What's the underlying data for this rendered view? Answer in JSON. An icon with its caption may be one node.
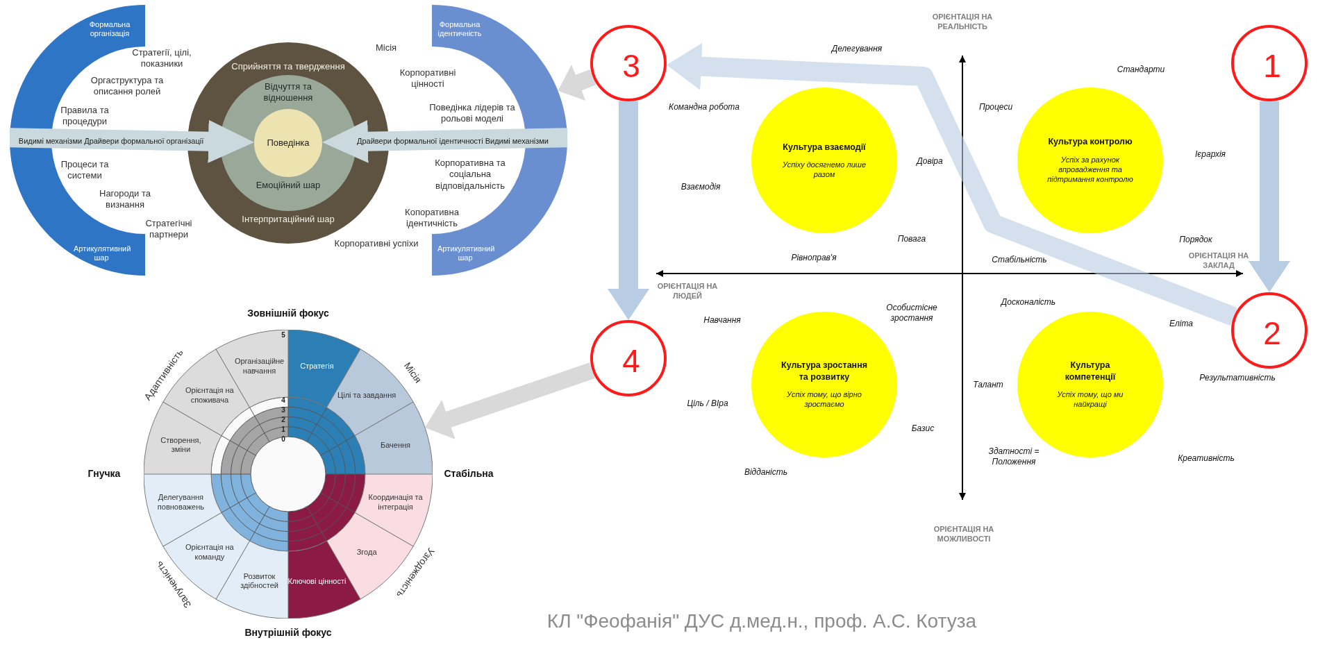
{
  "diagram": {
    "nodes": [
      {
        "text": [
          "Формальна організація",
          "Артикулятивний шар"
        ]
      },
      {
        "text": [
          "Сприйняття та твердження",
          "Інтерпритаційний шар"
        ]
      },
      {
        "text": [
          "Відчуття та відношення",
          "Емоційний шар"
        ],
        "in": 1
      },
      {
        "text": [
          "Поведінка"
        ],
        "in": 2
      },
      {
        "text": [
          "Формальна ідентичність",
          "Артикулятивний шар"
        ]
      },
      {
        "text": [
          "3"
        ]
      },
      {
        "text": [
          "Культура взаємодії",
          "Успіху досягнемо лише разом"
        ]
      },
      {
        "text": [
          "Культура контролю",
          "Успіх за рахунок впровадження та підтримання контролю"
        ]
      },
      {
        "text": [
          "1"
        ]
      },
      {
        "text": [
          "2"
        ]
      },
      {
        "text": [
          "4"
        ]
      },
      {
        "text": [
          "Культура зростання та розвитку",
          "Успіх тому, що вірно зростаємо"
        ]
      },
      {
        "text": [
          "Культура компетенції",
          "Успіх тому, що ми найкращі"
        ]
      },
      {
        "text": [],
        "shape": "circle"
      },
      {
        "text": [
          "Стратегія"
        ],
        "in": 13
      },
      {
        "text": [
          "Цілі та завдання"
        ],
        "in": 13
      },
      {
        "text": [
          "Бачення"
        ],
        "in": 13
      },
      {
        "text": [
          "Координація та інтеграція"
        ],
        "in": 13
      },
      {
        "text": [
          "Згода"
        ],
        "in": 13
      },
      {
        "text": [
          "Ключові цінності"
        ],
        "in": 13
      },
      {
        "text": [
          "Розвиток здібностей"
        ],
        "in": 13
      },
      {
        "text": [
          "Орієнтація на команду"
        ],
        "in": 13
      },
      {
        "text": [
          "Делегування повноважень"
        ],
        "in": 13
      },
      {
        "text": [
          "Створення, зміни"
        ],
        "in": 13
      },
      {
        "text": [
          "Орієнтація на споживача"
        ],
        "in": 13
      },
      {
        "text": [
          "Організаційне навчання"
        ],
        "in": 13
      }
    ],
    "edges": [
      {
        "from": 0,
        "to": 3,
        "arrow": "to",
        "label": "Видимі механізми Драйвери формальної організації",
        "color": "#c9d9de"
      },
      {
        "from": 4,
        "to": 3,
        "arrow": "to",
        "label": "Драйвери формальної ідентичності Видимі механізми",
        "color": "#c9d9de"
      },
      {
        "from": 5,
        "to": 4,
        "arrow": "to",
        "color": "#d9d9d9"
      },
      {
        "from": 8,
        "to": 9,
        "arrow": "to"
      },
      {
        "from": 9,
        "to": 5,
        "arrow": "to"
      },
      {
        "from": 5,
        "to": 10,
        "arrow": "to"
      },
      {
        "from": 10,
        "to": 13,
        "arrow": "to",
        "color": "#d9d9d9"
      }
    ],
    "labels": [
      "Стратегії, цілі, показники",
      "Оргаструктура та описання ролей",
      "Правила та процедури",
      "Процеси та системи",
      "Нагороди та визнання",
      "Стратегічні партнери",
      "Місія",
      "Корпоративні цінності",
      "Поведінка лідерів та рольові моделі",
      "Корпоративна та соціальна відповідальність",
      "Копоративна ідентичність",
      "Корпоративні успіхи",
      "ОРІЄНТАЦІЯ НА РЕАЛЬНІСТЬ",
      "Делегування",
      "Стандарти",
      "Командна робота",
      "Процеси",
      "Ієрархія",
      "Довіра",
      "Взаємодія",
      "Повага",
      "Стабільність",
      "Порядок",
      "Рівноправ'я",
      "ОРІЄНТАЦІЯ НА ЛЮДЕЙ",
      "ОРІЄНТАЦІЯ НА ЗАКЛАД",
      "Особистісне зростання",
      "Досконалість",
      "Навчання",
      "Еліта",
      "Результативність",
      "Талант",
      "Ціль / ВІра",
      "Базис",
      "Здатності = Положення",
      "Креативність",
      "Відданість",
      "ОРІЄНТАЦІЯ НА МОЖЛИВОСТІ",
      "Зовнішній фокус",
      "Адаптивність",
      "Місія",
      "5",
      "4",
      "3",
      "2",
      "1",
      "0",
      "Гнучка",
      "Стабільна",
      "Залученість",
      "Узгодженість",
      "Внутрішній фокус",
      "КЛ \"Феофанія\" ДУС д.мед.н., проф. А.С. Котуза"
    ]
  }
}
